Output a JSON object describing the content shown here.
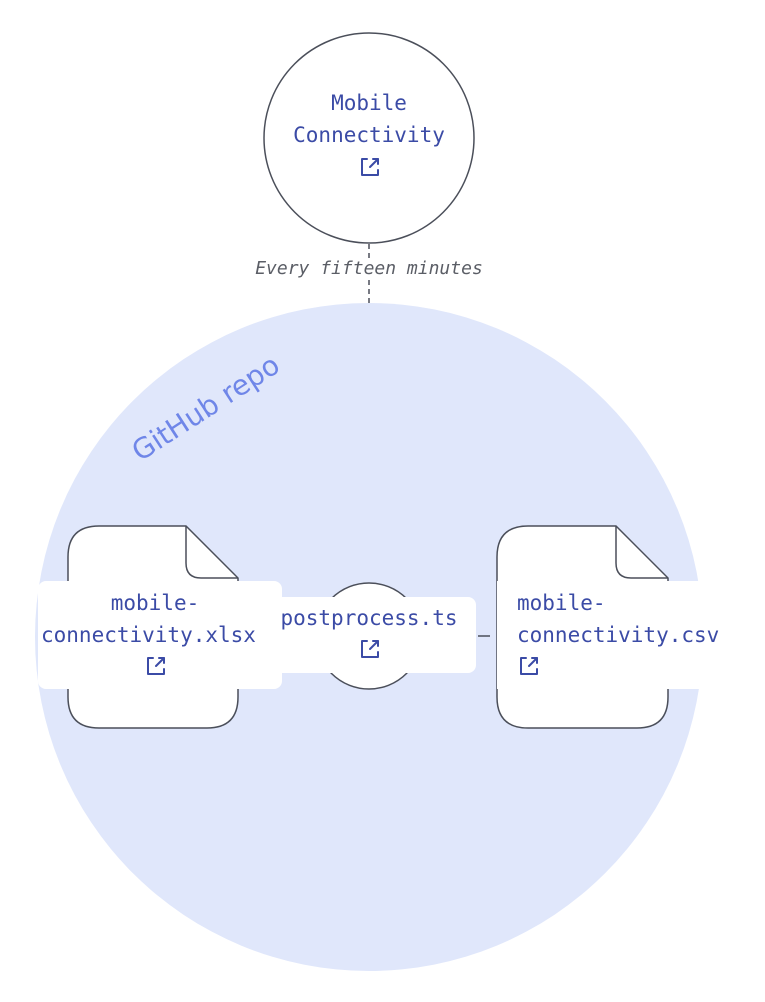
{
  "source": {
    "line1": "Mobile",
    "line2": "Connectivity"
  },
  "edge_label": "Every fifteen minutes",
  "group_label": "GitHub repo",
  "files": {
    "input": {
      "line1": "mobile-",
      "line2": "connectivity.xlsx"
    },
    "script": {
      "label": "postprocess.ts"
    },
    "output": {
      "line1": "mobile-",
      "line2": "connectivity.csv"
    }
  },
  "icons": {
    "link": "external-link-icon"
  },
  "colors": {
    "text": "#3b4ba6",
    "group_fill": "#e0e7fb",
    "group_label": "#6f86e8",
    "stroke": "#4b4f5a",
    "edge_label": "#5b5e66"
  }
}
